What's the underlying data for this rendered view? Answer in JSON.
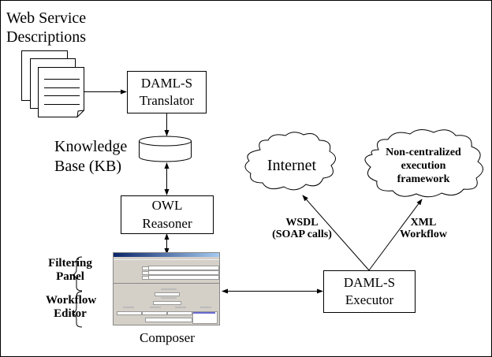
{
  "diagram": {
    "title_label": [
      "Web Service",
      "Descriptions"
    ],
    "translator": [
      "DAML-S",
      "Translator"
    ],
    "knowledge_base": [
      "Knowledge",
      "Base (KB)"
    ],
    "reasoner": [
      "OWL",
      "Reasoner"
    ],
    "internet": "Internet",
    "framework": [
      "Non-centralized",
      "execution",
      "framework"
    ],
    "wsdl_label": [
      "WSDL",
      "(SOAP calls)"
    ],
    "xml_label": [
      "XML",
      "Workflow"
    ],
    "executor": [
      "DAML-S",
      "Executor"
    ],
    "filtering_panel": [
      "Filtering",
      "Panel"
    ],
    "workflow_editor": [
      "Workflow",
      "Editor"
    ],
    "composer": "Composer",
    "icons": {
      "documents": "stacked-documents-icon",
      "database": "cylinder-database-icon",
      "cloud": "cloud-icon"
    }
  }
}
